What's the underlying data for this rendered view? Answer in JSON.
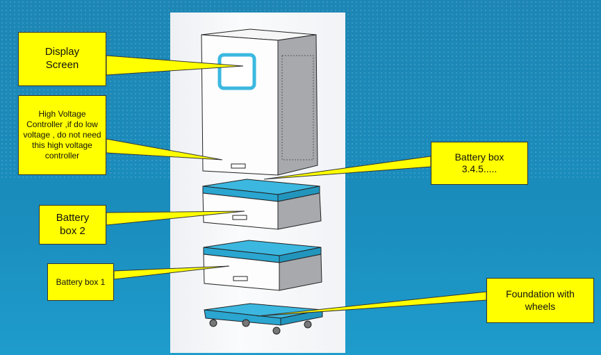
{
  "diagram": {
    "callouts": {
      "display_screen": "Display Screen",
      "hv_controller": "High Voltage Controller ,if do low voltage , do not need this high voltage controller",
      "battery_box_345": "Battery box 3.4.5.....",
      "battery_box_2": "Battery box 2",
      "battery_box_1": "Battery box 1",
      "foundation": "Foundation with wheels"
    },
    "colors": {
      "background": "#1a8dbd",
      "callout": "#ffff00",
      "accent": "#3cb8e0"
    }
  }
}
